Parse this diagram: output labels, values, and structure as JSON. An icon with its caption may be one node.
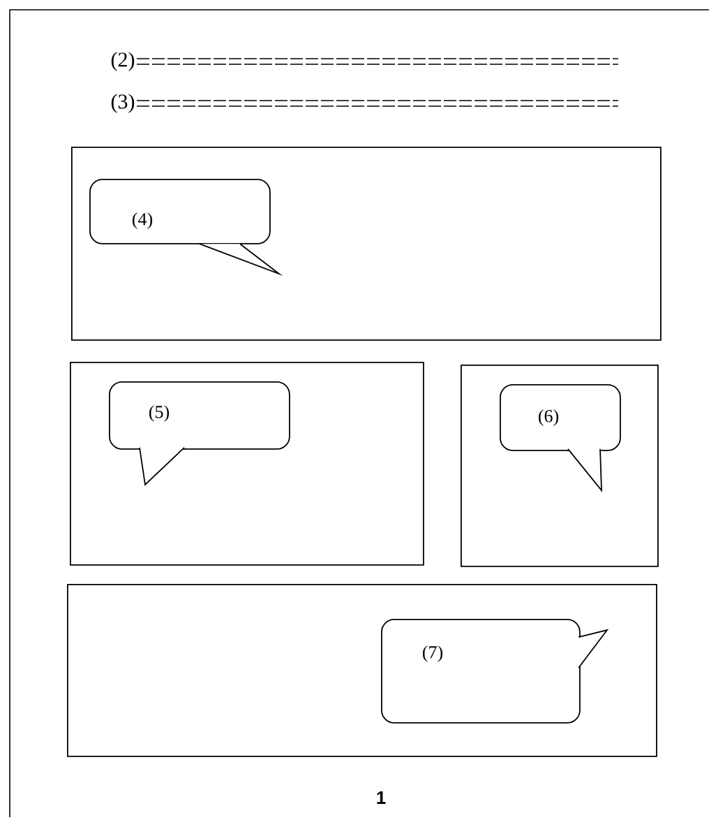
{
  "diagram": {
    "nodes": [
      {
        "text": [],
        "shape": "box"
      },
      {
        "text": [
          "(4)"
        ],
        "in": 0
      },
      {
        "text": [],
        "shape": "box"
      },
      {
        "text": [
          "(5)"
        ],
        "in": 2
      },
      {
        "text": [],
        "shape": "box"
      },
      {
        "text": [
          "(6)"
        ],
        "in": 4
      },
      {
        "text": [],
        "shape": "box"
      },
      {
        "text": [
          "(7)"
        ],
        "in": 6
      }
    ],
    "labels": [
      "(2)",
      "(3)",
      "1"
    ]
  }
}
